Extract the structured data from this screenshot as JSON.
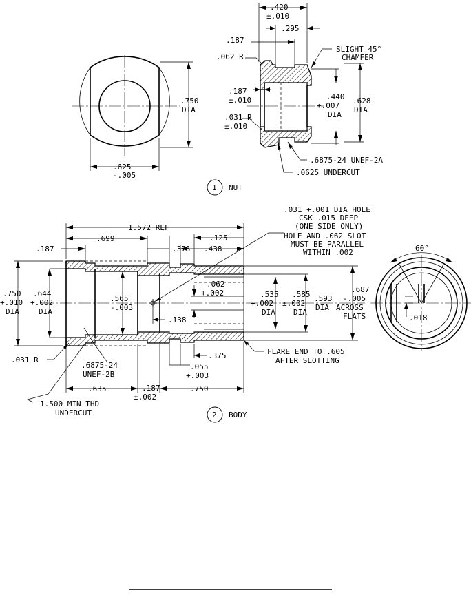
{
  "nut": {
    "dims": {
      "width_top": ".420",
      "width_top_tol": "±.010",
      "d295": ".295",
      "d187": ".187",
      "r062": ".062 R",
      "chamfer_1": "SLIGHT 45°",
      "chamfer_2": "CHAMFER",
      "d187b": ".187",
      "d187b_tol": "±.010",
      "d440": ".440",
      "d440_tol": "+.007",
      "d440_dia": "DIA",
      "d628": ".628",
      "d628_dia": "DIA",
      "r031": ".031 R",
      "r031_tol": "±.010",
      "thread": ".6875-24 UNEF-2A",
      "undercut": ".0625 UNDERCUT",
      "d750": ".750",
      "d750_dia": "DIA",
      "d625": ".625",
      "d625_tol": "-.005"
    },
    "label_num": "1",
    "label": "NUT"
  },
  "body": {
    "dims": {
      "ref": "1.572 REF",
      "d187": ".187",
      "d699": ".699",
      "d375": ".375",
      "d125": ".125",
      "d438": ".438",
      "d750": ".750",
      "d750_tol": "+.010",
      "d750_dia": "DIA",
      "d644": ".644",
      "d644_tol": "+.002",
      "d644_dia": "DIA",
      "d565": ".565",
      "d565_tol": "-.003",
      "d062": ".062",
      "d062_tol": "+.002",
      "d138": ".138",
      "d535": ".535",
      "d535_tol": "+.002",
      "d535_dia": "DIA",
      "d585": ".585",
      "d585_tol": "±.002",
      "d585_dia": "DIA",
      "d593": ".593",
      "d593_dia": "DIA",
      "across": "ACROSS",
      "flats": "FLATS",
      "d687": ".687",
      "d687_tol": "-.005",
      "r031": ".031 R",
      "thread_1": ".6875-24",
      "thread_2": "UNEF-2B",
      "d375b": ".375",
      "d055": ".055",
      "d055_tol": "+.003",
      "flare_1": "FLARE END TO .605",
      "flare_2": "AFTER SLOTTING",
      "d635": ".635",
      "d187b": ".187",
      "d187b_tol": "±.002",
      "d750b": ".750",
      "undercut_1": "1.500 MIN THD",
      "undercut_2": "UNDERCUT",
      "note_1": ".031 +.001 DIA HOLE",
      "note_2": "CSK .015 DEEP",
      "note_3": "(ONE SIDE ONLY)",
      "note_4": "HOLE AND .062 SLOT",
      "note_5": "MUST BE PARALLEL",
      "note_6": "WITHIN .002",
      "angle": "60°",
      "d018": ".018"
    },
    "label_num": "2",
    "label": "BODY"
  }
}
